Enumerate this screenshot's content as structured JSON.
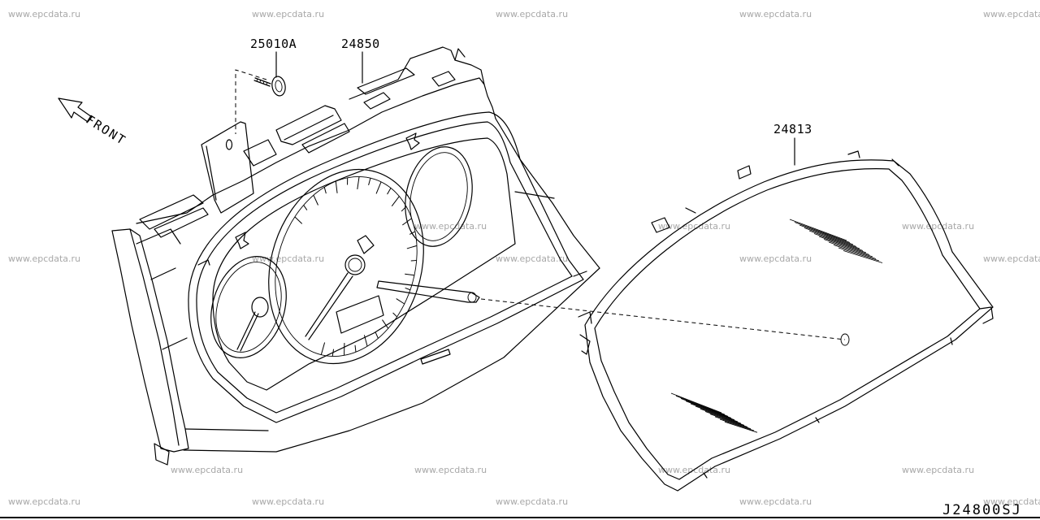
{
  "watermark": "www.epcdata.ru",
  "callouts": {
    "screw": "25010A",
    "cluster": "24850",
    "cover": "24813"
  },
  "front_label": "FRONT",
  "diagram_code": "J24800SJ",
  "icons": [
    "front-arrow-icon",
    "screw-icon"
  ]
}
